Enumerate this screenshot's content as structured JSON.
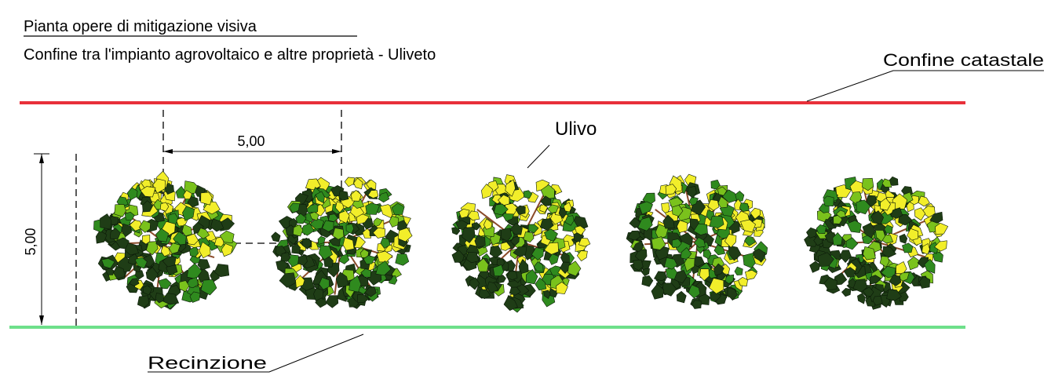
{
  "title": "Pianta opere di mitigazione visiva",
  "subtitle": "Confine tra l'impianto agrovoltaico e altre proprietà - Uliveto",
  "labels": {
    "cadastral_boundary": "Confine catastale",
    "tree": "Ulivo",
    "fence": "Recinzione"
  },
  "dimensions": {
    "tree_spacing": "5,00",
    "strip_width": "5,00"
  },
  "tree_count": 5,
  "colors": {
    "cadastral_line": "#e8303a",
    "fence_line": "#6ee08a",
    "leaf_dark": "#1f3d16",
    "leaf_mid": "#2f8a1e",
    "leaf_light": "#7ac21c",
    "leaf_yellow": "#f2ee2a",
    "branch": "#8a4a2a"
  }
}
